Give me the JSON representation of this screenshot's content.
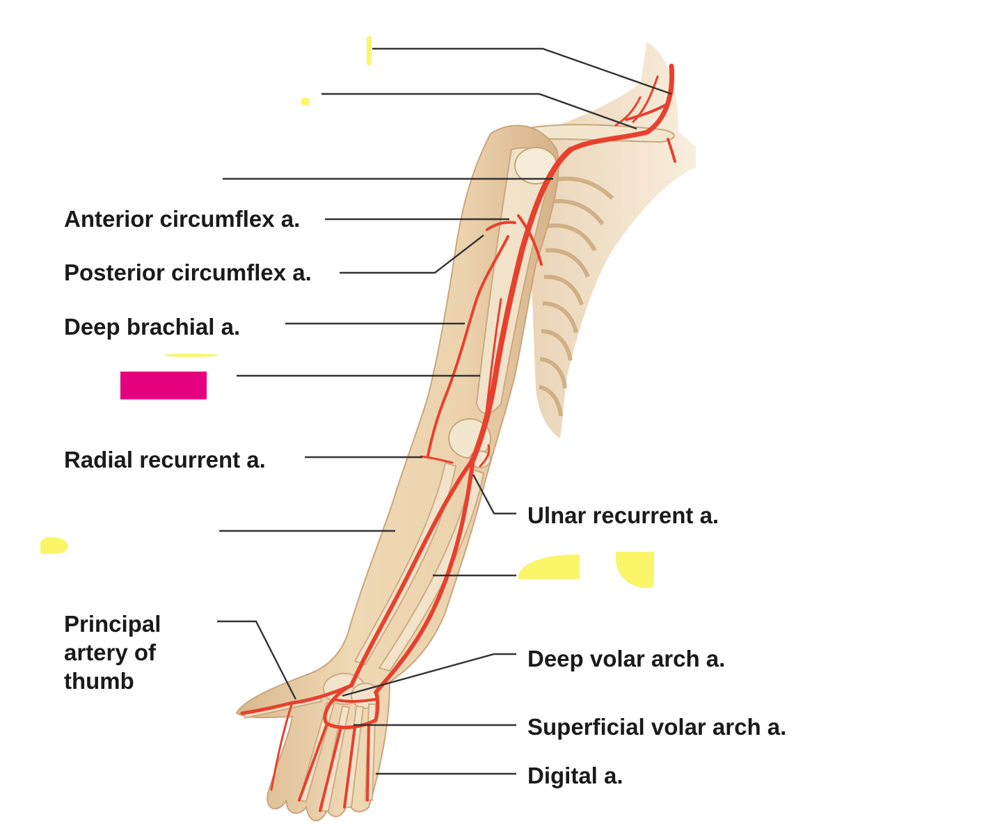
{
  "labels": {
    "anterior_circumflex": "Anterior circumflex a.",
    "posterior_circumflex": "Posterior circumflex a.",
    "deep_brachial": "Deep brachial a.",
    "radial_recurrent": "Radial recurrent a.",
    "ulnar_recurrent": "Ulnar recurrent a.",
    "principal_artery_thumb": "Principal\nartery of\nthumb",
    "deep_volar_arch": "Deep volar arch a.",
    "superficial_volar_arch": "Superficial volar arch a.",
    "digital": "Digital a."
  },
  "colors": {
    "artery": "#e8402e",
    "skin": "#ecd3ae",
    "skin_shadow": "#d9b88d",
    "bone": "#f3e6cf",
    "leader_line": "#333333",
    "label_text": "#1a1a1a",
    "redaction_pink": "#e5007e",
    "highlighter_yellow": "#fbf56a"
  }
}
